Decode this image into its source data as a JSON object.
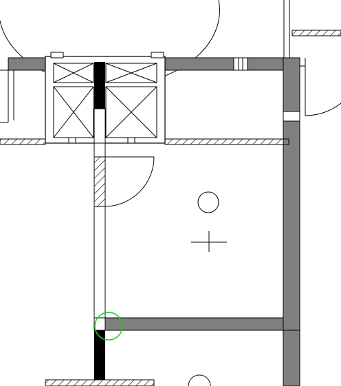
{
  "colors": {
    "background": "#ffffff",
    "line": "#000000",
    "wall_fill": "#808080",
    "column_fill": "#000000",
    "selection": "#22cc22"
  },
  "plan": {
    "elements": [
      "upper-wall",
      "right-wall",
      "lower-wall",
      "interior-partition",
      "elevator-shaft",
      "stair-cores",
      "door-swings",
      "column-circle",
      "column-cross",
      "selection-marker"
    ]
  }
}
